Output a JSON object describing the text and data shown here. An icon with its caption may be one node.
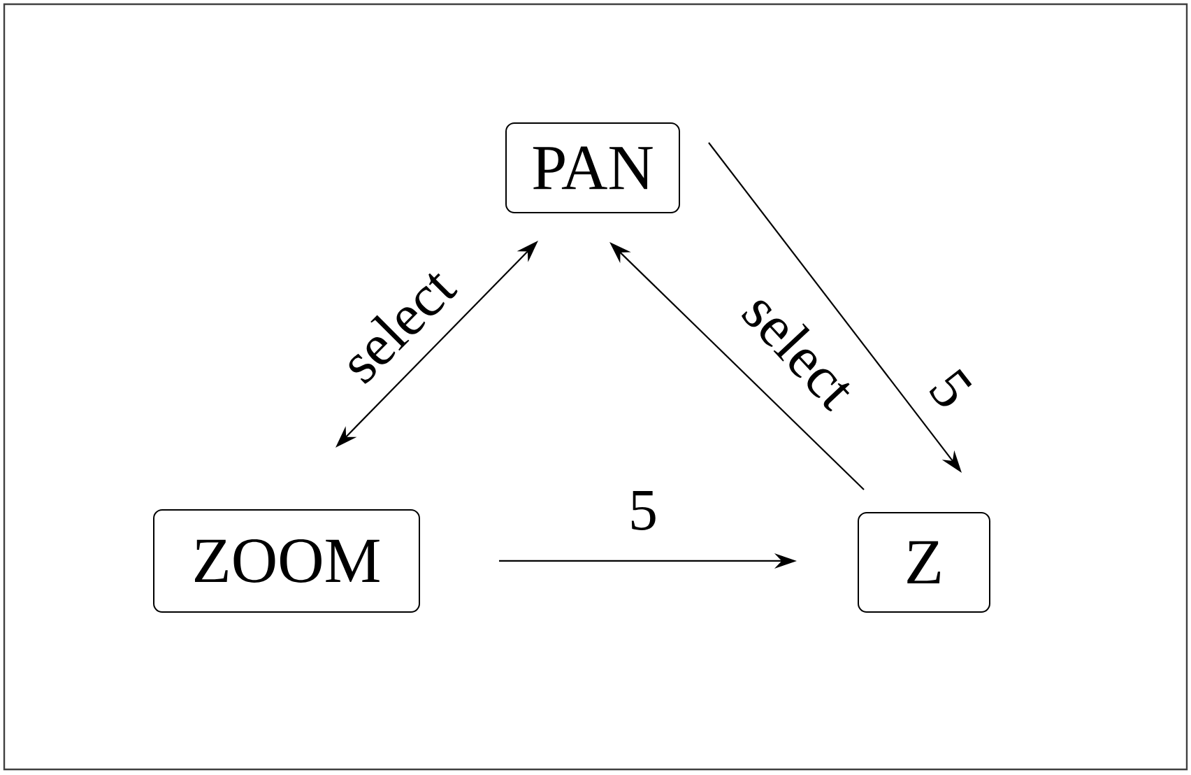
{
  "diagram": {
    "nodes": [
      {
        "text": [
          "PAN"
        ]
      },
      {
        "text": [
          "ZOOM"
        ]
      },
      {
        "text": [
          "Z"
        ]
      }
    ],
    "edges": [
      {
        "from": 1,
        "to": 0,
        "arrow": "both",
        "label": "select"
      },
      {
        "from": 0,
        "to": 2,
        "arrow": "to",
        "label": "5"
      },
      {
        "from": 2,
        "to": 0,
        "arrow": "to",
        "label": "select"
      },
      {
        "from": 1,
        "to": 2,
        "arrow": "to",
        "label": "5"
      }
    ]
  }
}
